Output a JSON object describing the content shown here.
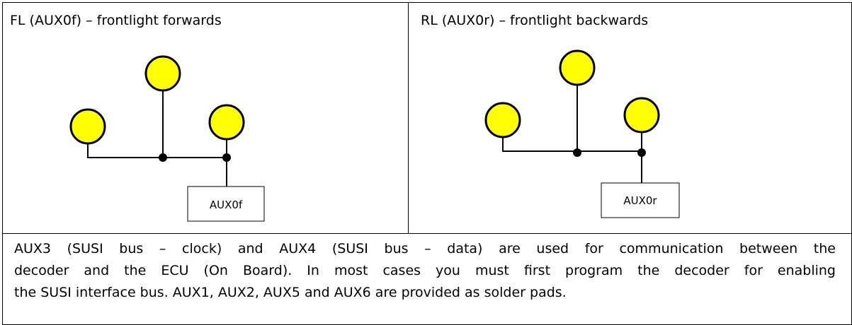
{
  "cells": {
    "left": {
      "title": "FL (AUX0f) – frontlight forwards",
      "box_label": "AUX0f"
    },
    "right": {
      "title": "RL (AUX0r) – frontlight backwards",
      "box_label": "AUX0r"
    }
  },
  "paragraph": {
    "line1": "AUX3 (SUSI bus – clock) and AUX4 (SUSI bus – data) are used for communication between the",
    "line2": "decoder and the ECU (On Board). In most cases you must first program the decoder for enabling",
    "line3": "the SUSI interface bus. AUX1, AUX2, AUX5 and AUX6 are provided as solder pads."
  },
  "colors": {
    "lamp_fill": "#ffff00",
    "line": "#000000"
  }
}
